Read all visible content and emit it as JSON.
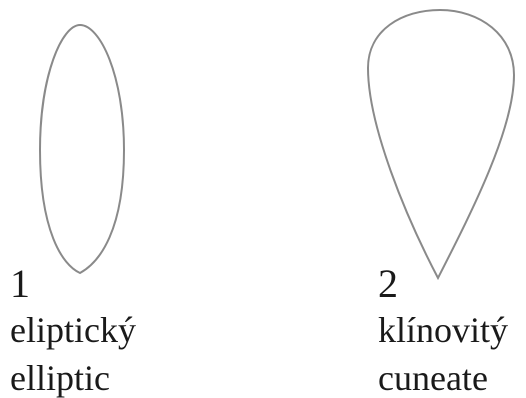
{
  "leaves": [
    {
      "number": "1",
      "name_cz": "eliptický",
      "name_en": "elliptic",
      "shape": "elliptic"
    },
    {
      "number": "2",
      "name_cz": "klínovitý",
      "name_en": "cuneate",
      "shape": "cuneate"
    }
  ],
  "outline_color": "#8a8a8a"
}
